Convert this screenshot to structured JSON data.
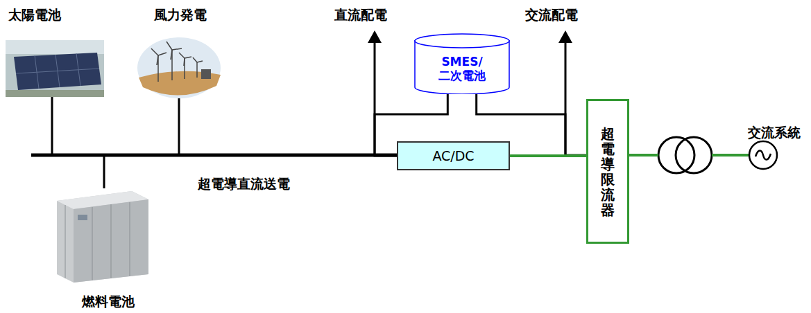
{
  "diagram": {
    "nodes": [
      {
        "text": [
          "SMES/ 二次電池"
        ]
      },
      {
        "text": [
          "AC/DC"
        ]
      },
      {
        "text": [
          "超電導限流器"
        ]
      }
    ],
    "edges": [
      {
        "from": 0,
        "to": 1,
        "arrow": "none"
      },
      {
        "from": 0,
        "to": 2,
        "arrow": "none"
      },
      {
        "from": 1,
        "to": 2,
        "arrow": "none"
      }
    ],
    "labels": [
      "太陽電池",
      "風力発電",
      "直流配電",
      "交流配電",
      "超電導直流送電",
      "交流系統",
      "燃料電池"
    ]
  }
}
